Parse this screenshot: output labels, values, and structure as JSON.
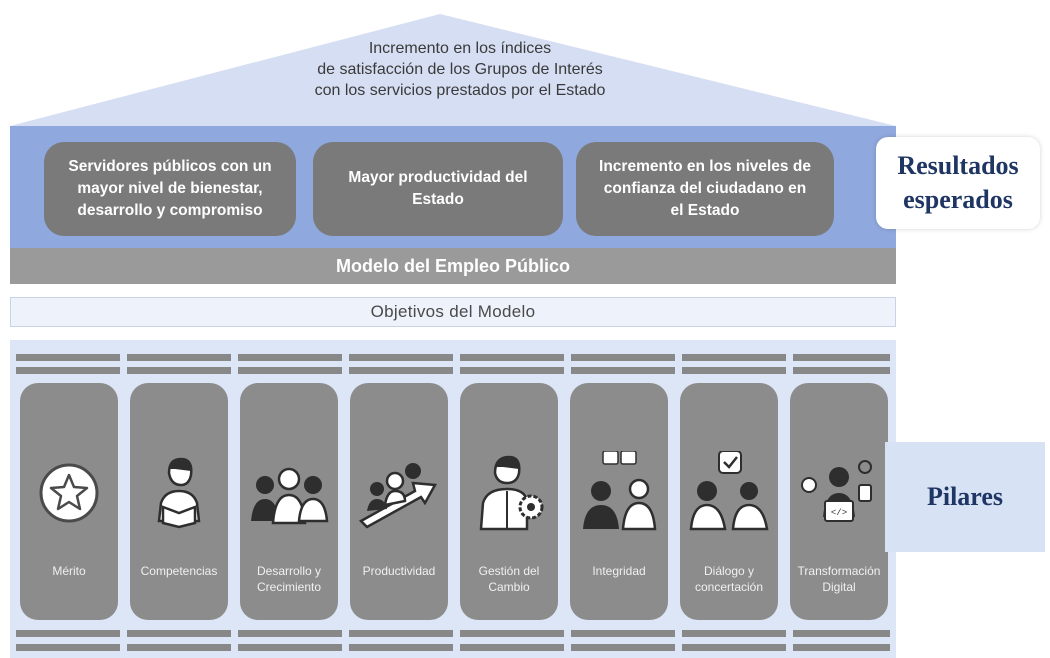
{
  "roof": {
    "lines": [
      "Incremento en los índices",
      "de satisfacción de los Grupos de Interés",
      "con los servicios prestados por el Estado"
    ]
  },
  "outcomes": [
    {
      "lines": [
        "Servidores públicos con un",
        "mayor nivel de bienestar,",
        "desarrollo y compromiso"
      ]
    },
    {
      "lines": [
        "Mayor productividad del",
        "Estado"
      ]
    },
    {
      "lines": [
        "Incremento en los niveles de",
        "confianza del ciudadano en",
        "el Estado"
      ]
    }
  ],
  "model_bar": "Modelo del Empleo Público",
  "objectives_bar": "Objetivos del Modelo",
  "pillars": [
    {
      "icon": "star-icon",
      "lines": [
        "Mérito"
      ]
    },
    {
      "icon": "person-reading-icon",
      "lines": [
        "Competencias"
      ]
    },
    {
      "icon": "group-people-icon",
      "lines": [
        "Desarrollo y",
        "Crecimiento"
      ]
    },
    {
      "icon": "team-growth-arrow-icon",
      "lines": [
        "Productividad"
      ]
    },
    {
      "icon": "person-gear-icon",
      "lines": [
        "Gestión del",
        "Cambio"
      ]
    },
    {
      "icon": "dialogue-qa-icon",
      "lines": [
        "Integridad"
      ]
    },
    {
      "icon": "people-checkmark-icon",
      "lines": [
        "Diálogo y",
        "concertación"
      ]
    },
    {
      "icon": "digital-laptop-icon",
      "lines": [
        "Transformación",
        "Digital"
      ]
    }
  ],
  "side_labels": {
    "results": [
      "Resultados",
      "esperados"
    ],
    "pillars": "Pilares"
  },
  "colors": {
    "band": "#8fa8de",
    "box_gray": "#7a7a7a",
    "pillar_gray": "#8c8c8c",
    "pillars_bg": "#dce6f6",
    "label_navy": "#1f3563"
  }
}
